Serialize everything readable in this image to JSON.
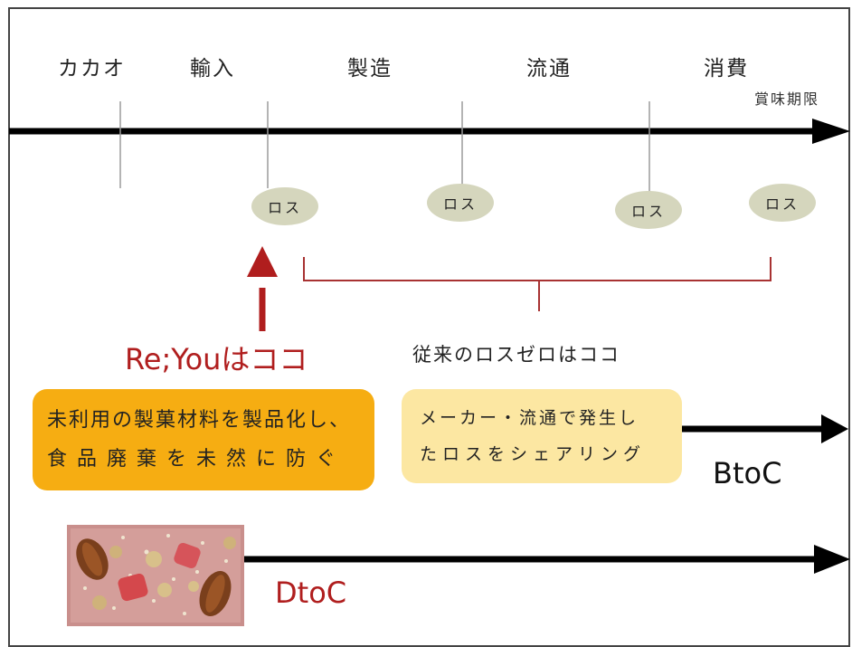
{
  "stages": [
    "カカオ",
    "輸入",
    "製造",
    "流通",
    "消費"
  ],
  "expiry_label": "賞味期限",
  "loss_label": "ロス",
  "reyou_label": "Re;Youはココ",
  "conventional_label": "従来のロスゼロはココ",
  "reyou_box": {
    "lines": [
      "未利用の製菓材料を製品化し、",
      "食品廃棄を未然に防ぐ"
    ]
  },
  "conventional_box": {
    "lines": [
      "メーカー・流通で発生し",
      "たロスをシェアリング"
    ]
  },
  "btoc_label": "BtoC",
  "dtoc_label": "DtoC",
  "colors": {
    "accent_red": "#b01e1e",
    "bracket_red": "#a83232",
    "loss_oval": "#d5d6bd",
    "orange_box": "#f6ad12",
    "yellow_box": "#fce7a2",
    "arrow": "#000000",
    "frame": "#444444"
  },
  "icons": [
    "chocolate-bar-image",
    "up-arrow-icon"
  ]
}
